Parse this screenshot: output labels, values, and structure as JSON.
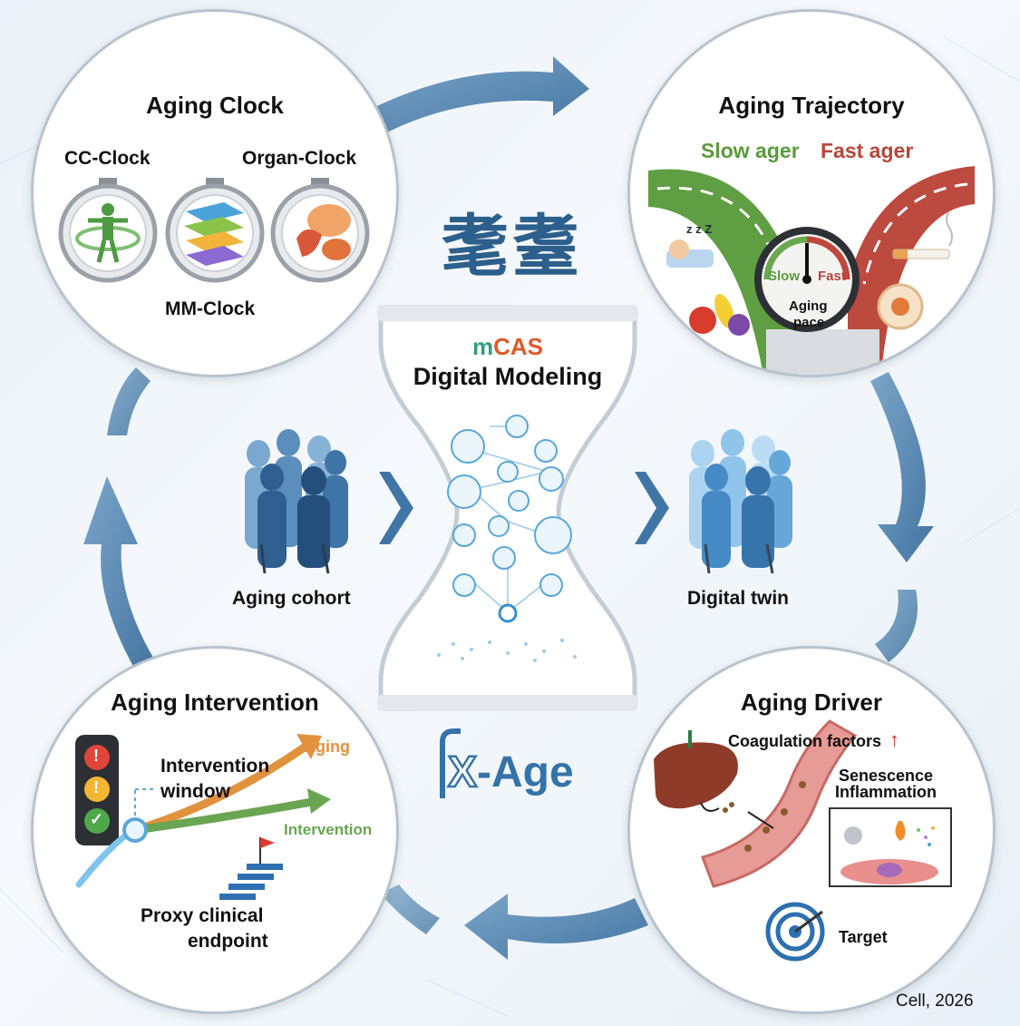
{
  "center": {
    "chinese_title": "耄耋",
    "mcas_m": "m",
    "mcas_rest": "CAS",
    "subtitle": "Digital Modeling",
    "cohort_label": "Aging cohort",
    "twin_label": "Digital twin",
    "xage_x": "X",
    "xage_rest": "-Age"
  },
  "clock": {
    "title": "Aging Clock",
    "cc": "CC-Clock",
    "organ": "Organ-Clock",
    "mm": "MM-Clock"
  },
  "trajectory": {
    "title": "Aging Trajectory",
    "slow_ager": "Slow ager",
    "fast_ager": "Fast ager",
    "gauge_slow": "Slow",
    "gauge_fast": "Fast",
    "gauge_label_1": "Aging",
    "gauge_label_2": "pace",
    "sleep_text": "z z Z"
  },
  "driver": {
    "title": "Aging Driver",
    "coag": "Coagulation factors",
    "coag_arrow": "↑",
    "senescence": "Senescence",
    "inflammation": "Inflammation",
    "target": "Target"
  },
  "intervention": {
    "title": "Aging Intervention",
    "window_1": "Intervention",
    "window_2": "window",
    "aging": "Aging",
    "intervention": "Intervention",
    "proxy_1": "Proxy clinical",
    "proxy_2": "endpoint",
    "warn_symbol": "!",
    "check_symbol": "✓"
  },
  "citation": "Cell, 2026",
  "colors": {
    "arrow": "#3f76a6",
    "slow": "#5a9a3c",
    "fast": "#b8453c",
    "mcas_m": "#2f9e7b",
    "mcas_rest": "#e0592a",
    "xage": "#3473a8",
    "aging_line": "#e2913e",
    "intervention_line": "#6aa552"
  }
}
